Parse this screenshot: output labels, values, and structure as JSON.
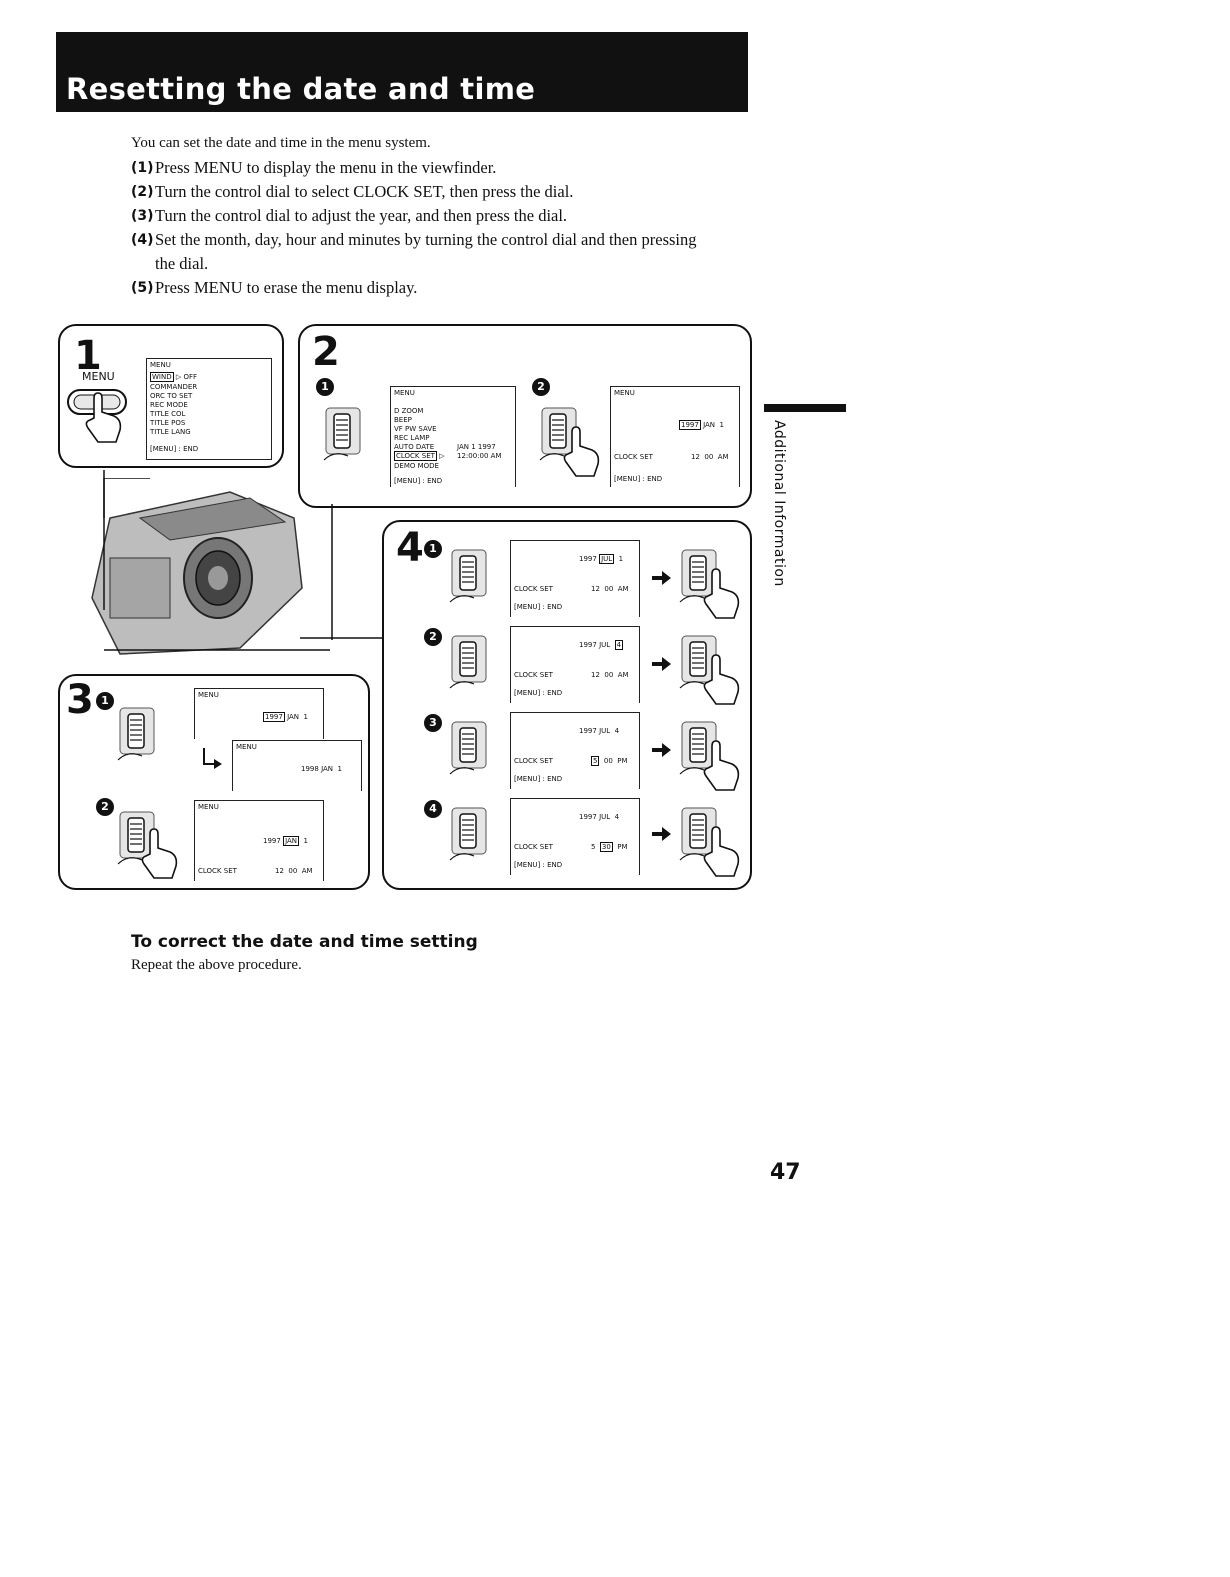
{
  "title": "Resetting the date and time",
  "intro": "You can set the date and time in the menu system.",
  "steps": [
    {
      "num": "(1)",
      "text": "Press MENU to display the menu in the viewfinder."
    },
    {
      "num": "(2)",
      "text": "Turn the control dial to select CLOCK SET, then press the dial."
    },
    {
      "num": "(3)",
      "text": "Turn the control dial to adjust the year, and then press the dial."
    },
    {
      "num": "(4)",
      "text": "Set the month, day, hour and minutes by turning the control dial and then pressing the dial."
    },
    {
      "num": "(5)",
      "text": "Press MENU to erase the menu display."
    }
  ],
  "side_tab": "Additional Information",
  "panel1": {
    "num": "1",
    "button_label": "MENU",
    "menu": {
      "title": "MENU",
      "wind": "WIND",
      "wind_value": "OFF",
      "items": [
        "COMMANDER",
        "ORC TO SET",
        "REC MODE",
        "TITLE COL",
        "TITLE POS",
        "TITLE LANG"
      ],
      "end": "[MENU] : END"
    }
  },
  "panel2": {
    "num": "2",
    "step_a": "1",
    "step_b": "2",
    "menu_a": {
      "title": "MENU",
      "items": [
        "D ZOOM",
        "BEEP",
        "VF PW SAVE",
        "REC LAMP"
      ],
      "auto_date": "AUTO DATE",
      "auto_date_value": "JAN 1 1997",
      "clock_set": "CLOCK SET",
      "clock_value": "12:00:00 AM",
      "demo": "DEMO MODE",
      "end": "[MENU] : END"
    },
    "menu_b": {
      "title": "MENU",
      "year": "1997",
      "month": "JAN",
      "day": "1",
      "clock_set": "CLOCK SET",
      "hour": "12",
      "minute": "00",
      "ampm": "AM",
      "end": "[MENU] : END"
    }
  },
  "panel3": {
    "num": "3",
    "step_a": "1",
    "step_b": "2",
    "screen_a": {
      "title": "MENU",
      "year": "1997",
      "month": "JAN",
      "day": "1"
    },
    "screen_a2": {
      "title": "MENU",
      "year": "1998",
      "month": "JAN",
      "day": "1"
    },
    "screen_b": {
      "title": "MENU",
      "year": "1997",
      "month": "JAN",
      "day": "1",
      "clock_set": "CLOCK SET",
      "hour": "12",
      "minute": "00",
      "ampm": "AM"
    }
  },
  "panel4": {
    "num": "4",
    "rows": [
      {
        "step": "1",
        "year": "1997",
        "month": "JUL",
        "day": "1",
        "hour": "12",
        "minute": "00",
        "ampm": "AM",
        "clock_set": "CLOCK SET",
        "end": "[MENU] : END"
      },
      {
        "step": "2",
        "year": "1997",
        "month": "JUL",
        "day": "4",
        "hour": "12",
        "minute": "00",
        "ampm": "AM",
        "clock_set": "CLOCK SET",
        "end": "[MENU] : END"
      },
      {
        "step": "3",
        "year": "1997",
        "month": "JUL",
        "day": "4",
        "hour": "5",
        "minute": "00",
        "ampm": "PM",
        "clock_set": "CLOCK SET",
        "end": "[MENU] : END"
      },
      {
        "step": "4",
        "year": "1997",
        "month": "JUL",
        "day": "4",
        "hour": "5",
        "minute": "30",
        "ampm": "PM",
        "clock_set": "CLOCK SET",
        "end": "[MENU] : END"
      }
    ]
  },
  "subsection": {
    "heading": "To correct the date and time setting",
    "body": "Repeat the above procedure."
  },
  "page_number": "47"
}
